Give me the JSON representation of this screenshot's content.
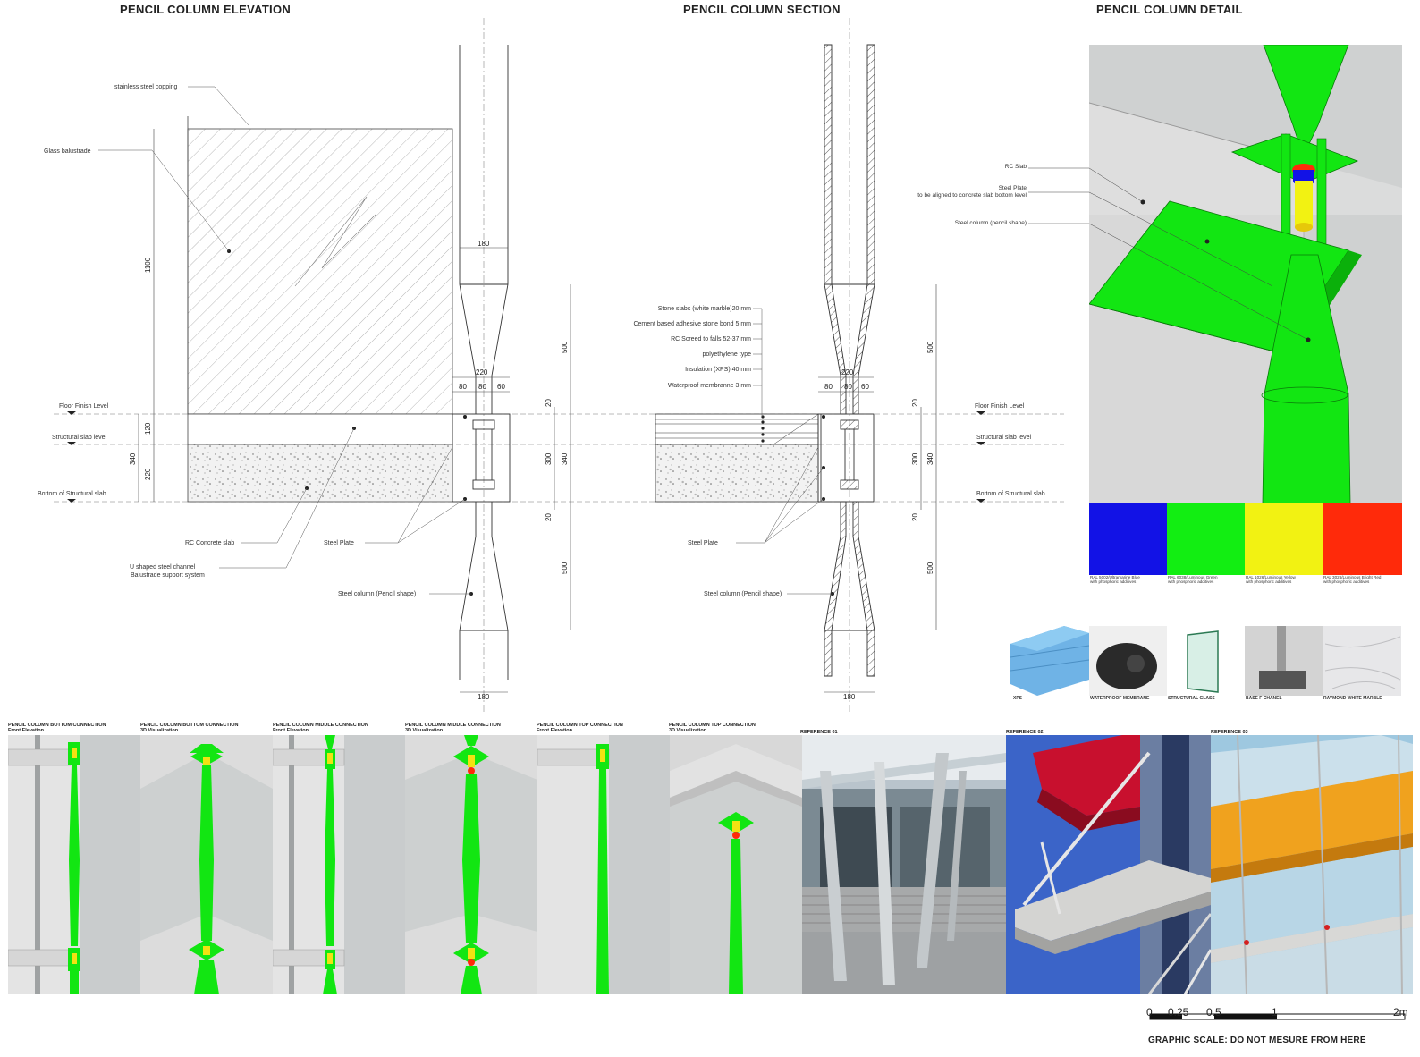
{
  "titles": {
    "elevation": "PENCIL COLUMN ELEVATION",
    "section": "PENCIL COLUMN SECTION",
    "detail": "PENCIL COLUMN DETAIL"
  },
  "elevation": {
    "labels": {
      "copping": "stainless steel copping",
      "balustrade": "Glass balustrade",
      "rc_slab": "RC Concrete slab",
      "channel_1": "U shaped steel channel",
      "channel_2": "Balustrade support system",
      "steel_plate": "Steel Plate",
      "steel_column": "Steel column (Pencil shape)"
    },
    "levels": {
      "floor_finish": "Floor Finish Level",
      "structural": "Structural slab level",
      "bottom": "Bottom of Structural slab"
    },
    "dims": {
      "h1100": "1100",
      "h120": "120",
      "h340": "340",
      "h220": "220",
      "w180_top": "180",
      "w180_bot": "180",
      "w220": "220",
      "w80a": "80",
      "w80b": "80",
      "w60": "60",
      "v500_top": "500",
      "v20_top": "20",
      "v300": "300",
      "v340": "340",
      "v20_bot": "20",
      "v500_bot": "500"
    }
  },
  "section": {
    "layers": [
      "Stone slabs (white marble)20 mm",
      "Cement based adhesive stone bond 5 mm",
      "RC Screed to falls 52-37 mm",
      "polyethylene type",
      "Insulation (XPS) 40 mm",
      "Waterproof membranne 3 mm"
    ],
    "labels": {
      "steel_plate": "Steel Plate",
      "steel_column": "Steel column (Pencil shape)"
    },
    "levels": {
      "floor_finish": "Floor Finish Level",
      "structural": "Structural slab level",
      "bottom": "Bottom of Structural slab"
    },
    "dims": {
      "w220": "220",
      "w80a": "80",
      "w80b": "80",
      "w60": "60",
      "w180": "180",
      "v500_top": "500",
      "v20_top": "20",
      "v300": "300",
      "v340": "340",
      "v20_bot": "20",
      "v500_bot": "500"
    }
  },
  "detail": {
    "labels": {
      "rc_slab": "RC Slab",
      "steel_plate_1": "Steel Plate",
      "steel_plate_2": "to be aligned to concrete slab bottom level",
      "steel_column": "Steel column (pencil shape)"
    },
    "swatches": [
      {
        "color": "#1212e6",
        "line1": "RAL 5002/Ultramarine Blue",
        "line2": "with phosphoric additives"
      },
      {
        "color": "#12ee12",
        "line1": "RAL 6038/Luminous Green",
        "line2": "with phosphoric additives"
      },
      {
        "color": "#f2f212",
        "line1": "RAL 1026/Luminous Yellow",
        "line2": "with phosphoric additives"
      },
      {
        "color": "#ff2a0a",
        "line1": "RAL 3026/Luminous Bright Red",
        "line2": "with phosphoric additives"
      }
    ],
    "materials": [
      "XPS",
      "WATERPROOF MEMBRANE",
      "STRUCTURAL GLASS",
      "BASE F CHANEL",
      "RAYMOND WHITE MARBLE"
    ]
  },
  "panels": [
    {
      "line1": "PENCIL COLUMN BOTTOM CONNECTION",
      "line2": "Front Elevation"
    },
    {
      "line1": "PENCIL COLUMN BOTTOM CONNECTION",
      "line2": "3D Visualization"
    },
    {
      "line1": "PENCIL COLUMN MIDDLE CONNECTION",
      "line2": "Front Elevation"
    },
    {
      "line1": "PENCIL COLUMN MIDDLE CONNECTION",
      "line2": "3D Visualization"
    },
    {
      "line1": "PENCIL COLUMN TOP CONNECTION",
      "line2": "Front Elevation"
    },
    {
      "line1": "PENCIL COLUMN TOP CONNECTION",
      "line2": "3D Visualization"
    },
    {
      "line1": "REFERENCE 01",
      "line2": ""
    },
    {
      "line1": "REFERENCE 02",
      "line2": ""
    },
    {
      "line1": "REFERENCE 03",
      "line2": ""
    }
  ],
  "scale": {
    "ticks": [
      "0",
      "0.25",
      "0.5",
      "1",
      "2m"
    ],
    "caption": "GRAPHIC SCALE: DO NOT MESURE FROM HERE"
  },
  "colors": {
    "green": "#12e612",
    "concrete": "#c9cccd",
    "line": "#333333"
  }
}
